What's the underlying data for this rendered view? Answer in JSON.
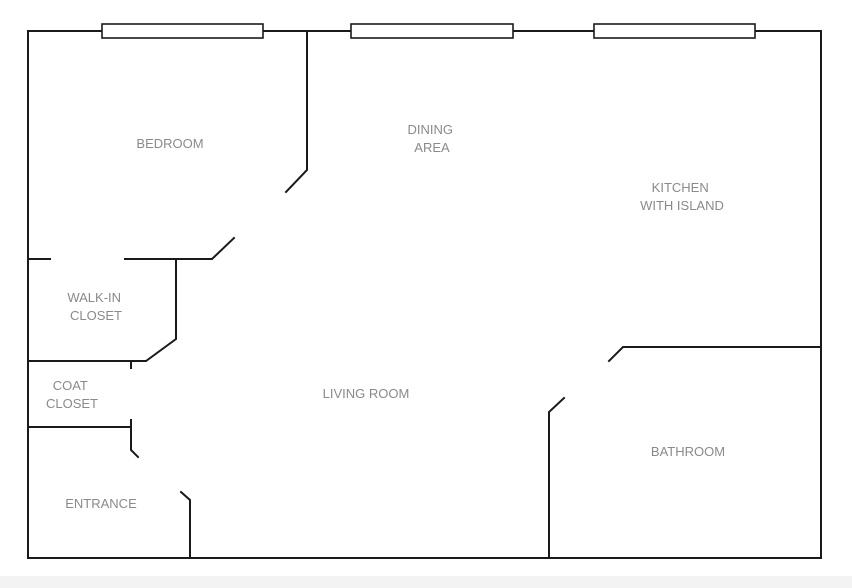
{
  "rooms": {
    "bedroom": [
      "BEDROOM"
    ],
    "dining": [
      "DINING",
      "AREA"
    ],
    "kitchen": [
      "KITCHEN",
      "WITH ISLAND"
    ],
    "walkin": [
      "WALK-IN",
      "CLOSET"
    ],
    "coat": [
      "COAT",
      "CLOSET"
    ],
    "living": [
      "LIVING ROOM"
    ],
    "bathroom": [
      "BATHROOM"
    ],
    "entrance": [
      "ENTRANCE"
    ]
  }
}
